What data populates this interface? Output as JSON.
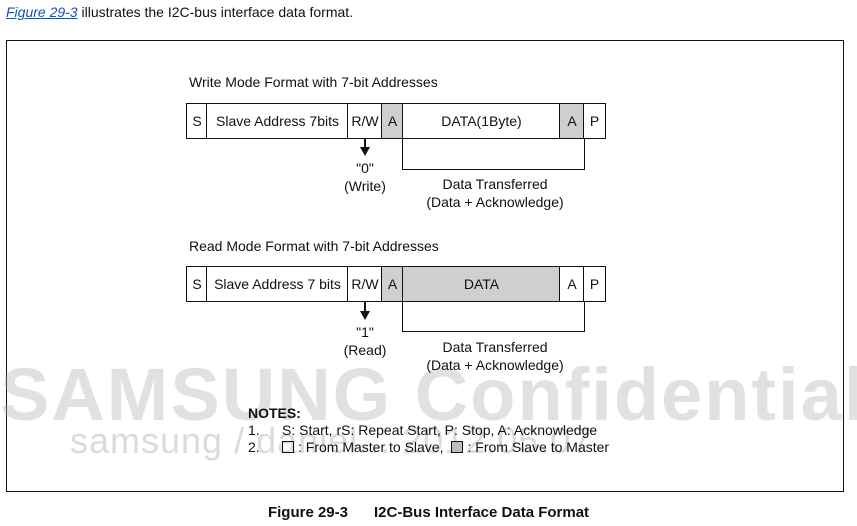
{
  "intro": {
    "link": "Figure 29-3",
    "text": " illustrates the I2C-bus interface data format."
  },
  "write": {
    "title": "Write Mode Format with  7-bit Addresses",
    "fields": [
      "S",
      "Slave Address  7bits",
      "R/W",
      "A",
      "DATA(1Byte)",
      "A",
      "P"
    ],
    "rw_value": "\"0\"",
    "rw_meaning": "(Write)",
    "transfer_line1": "Data Transferred",
    "transfer_line2": "(Data + Acknowledge)"
  },
  "read": {
    "title": "Read Mode Format with  7-bit Addresses",
    "fields": [
      "S",
      "Slave Address  7 bits",
      "R/W",
      "A",
      "DATA",
      "A",
      "P"
    ],
    "rw_value": "\"1\"",
    "rw_meaning": "(Read)",
    "transfer_line1": "Data Transferred",
    "transfer_line2": "(Data + Acknowledge)"
  },
  "notes": {
    "heading": "NOTES:",
    "n1_num": "1.",
    "n1_text": "S: Start, rS: Repeat Start, P: Stop, A: Acknowledge",
    "n2_num": "2.",
    "n2_a": ": From Master to Slave,",
    "n2_b": ": From Slave to Master"
  },
  "watermark": {
    "main": "SAMSUNG Confidential",
    "sub": "samsung / daniel... 2012.05.07"
  },
  "caption": {
    "number": "Figure 29-3",
    "title": "I2C-Bus Interface Data Format"
  },
  "colors": {
    "shade": "#cfcfcf",
    "link": "#1f4fa8"
  }
}
